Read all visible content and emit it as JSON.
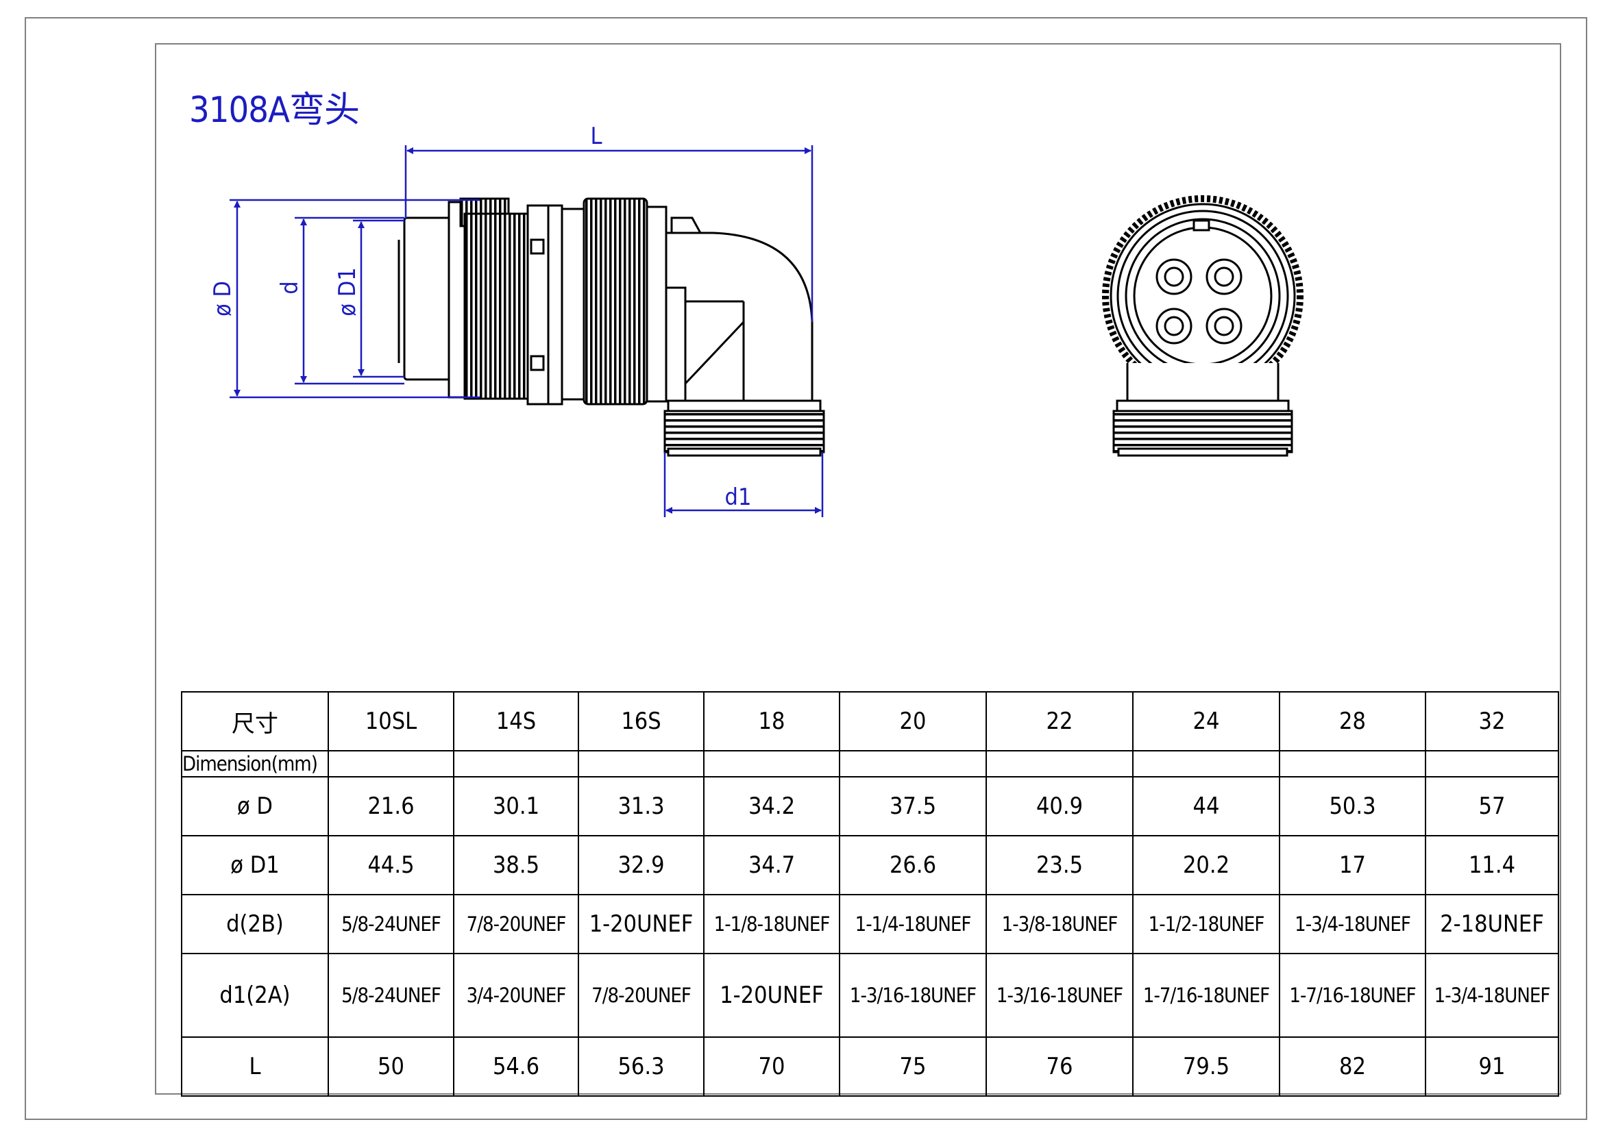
{
  "title": "3108A弯头",
  "dimension_labels": {
    "L": "L",
    "phi_D": "ø D",
    "d": "d",
    "phi_D1": "ø D1",
    "d1": "d1"
  },
  "table": {
    "header_cn": "尺寸",
    "header_en": "Dimension(mm)",
    "sizes": [
      "10SL",
      "14S",
      "16S",
      "18",
      "20",
      "22",
      "24",
      "28",
      "32"
    ],
    "rows": [
      {
        "label": "ø D",
        "values": [
          "21.6",
          "30.1",
          "31.3",
          "34.2",
          "37.5",
          "40.9",
          "44",
          "50.3",
          "57"
        ]
      },
      {
        "label": "ø D1",
        "values": [
          "44.5",
          "38.5",
          "32.9",
          "34.7",
          "26.6",
          "23.5",
          "20.2",
          "17",
          "11.4"
        ]
      },
      {
        "label": "d(2B)",
        "values": [
          "5/8-24UNEF",
          "7/8-20UNEF",
          "1-20UNEF",
          "1-1/8-18UNEF",
          "1-1/4-18UNEF",
          "1-3/8-18UNEF",
          "1-1/2-18UNEF",
          "1-3/4-18UNEF",
          "2-18UNEF"
        ]
      },
      {
        "label": "d1(2A)",
        "values": [
          "5/8-24UNEF",
          "3/4-20UNEF",
          "7/8-20UNEF",
          "1-20UNEF",
          "1-3/16-18UNEF",
          "1-3/16-18UNEF",
          "1-7/16-18UNEF",
          "1-7/16-18UNEF",
          "1-3/4-18UNEF"
        ]
      },
      {
        "label": "L",
        "values": [
          "50",
          "54.6",
          "56.3",
          "70",
          "75",
          "76",
          "79.5",
          "82",
          "91"
        ]
      }
    ]
  },
  "colors": {
    "dimension": "#1c1cc0",
    "outline": "#000000",
    "frame": "#808080"
  }
}
